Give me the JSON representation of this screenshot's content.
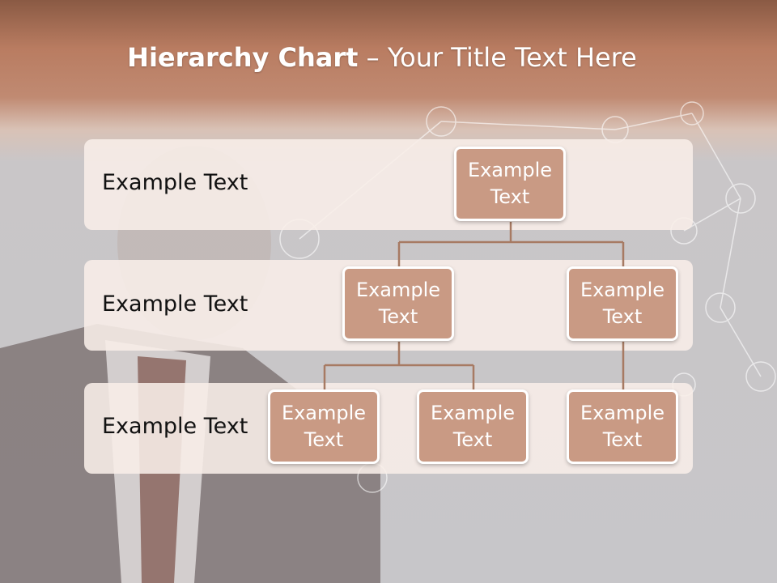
{
  "slide": {
    "title_bold": "Hierarchy Chart",
    "title_rest": " – Your Title Text Here"
  },
  "bands": [
    {
      "label": "Example Text"
    },
    {
      "label": "Example Text"
    },
    {
      "label": "Example Text"
    }
  ],
  "nodes": {
    "root": "Example\nText",
    "level2_left": "Example\nText",
    "level2_right": "Example\nText",
    "level3_a": "Example\nText",
    "level3_b": "Example\nText",
    "level3_c": "Example\nText"
  },
  "colors": {
    "node_fill": "#c99a84",
    "connector": "#a77a63",
    "band_fill": "#f8eee8",
    "title_bar": "#b97c61"
  }
}
